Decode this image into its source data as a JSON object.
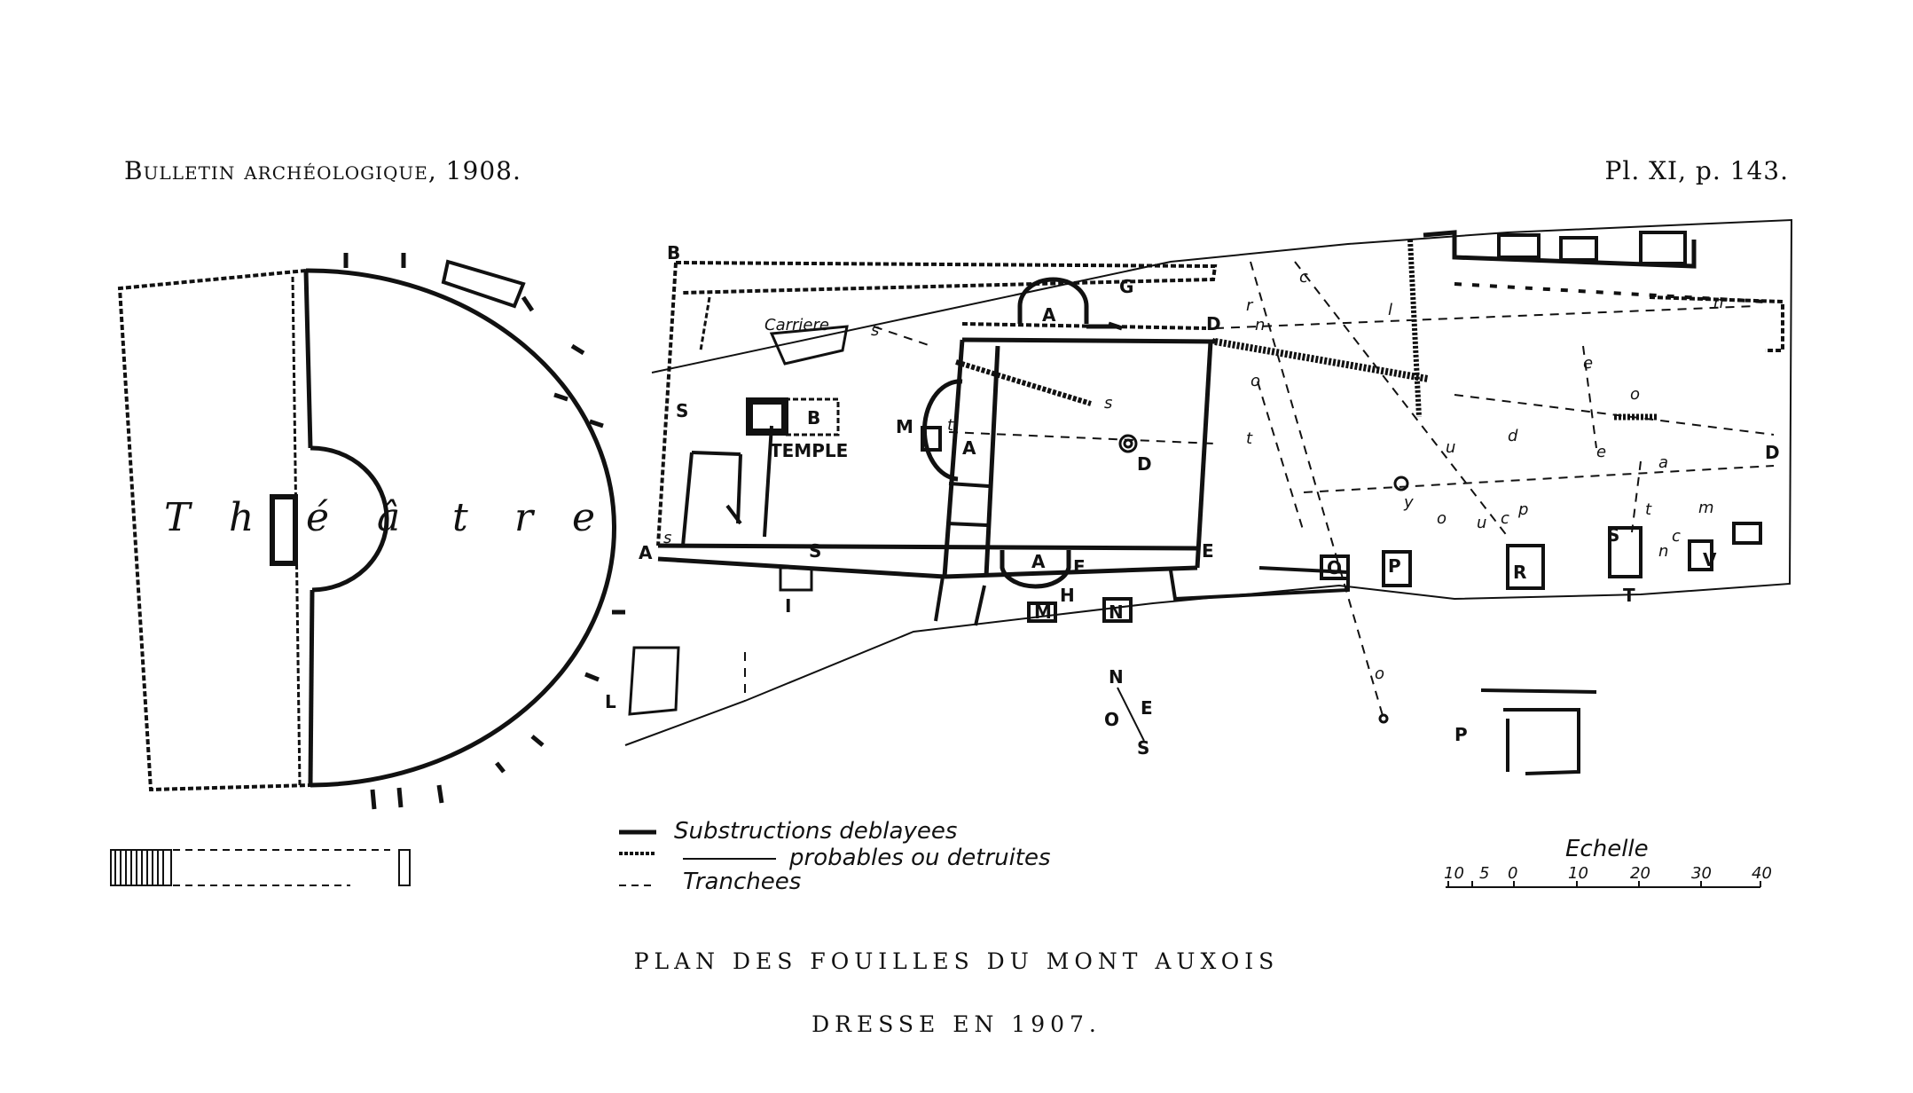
{
  "header": {
    "left": "Bulletin archéologique, 1908.",
    "right": "Pl. XI, p. 143."
  },
  "caption": {
    "line1": "PLAN DES FOUILLES DU MONT AUXOIS",
    "line2": "DRESSE EN 1907."
  },
  "theatre": {
    "letters": [
      "T",
      "h",
      "é",
      "â",
      "t",
      "r",
      "e"
    ]
  },
  "labels": {
    "temple": "TEMPLE",
    "carriere": "Carriere",
    "letters": {
      "A_left": "A",
      "B_top": "B",
      "B_temple": "B",
      "S_left": "S",
      "S_bottom": "S",
      "A_top": "A",
      "A_mid": "A",
      "A_bot": "A",
      "G": "G",
      "D_top": "D",
      "D_circle": "D",
      "E": "E",
      "F": "F",
      "H": "H",
      "M_mid": "M",
      "M_low": "M",
      "N": "N",
      "I": "I",
      "L": "L",
      "O": "O",
      "P_main": "P",
      "R": "R",
      "S_right": "S",
      "T": "T",
      "V": "V",
      "D_right": "D",
      "P_inset": "P"
    },
    "trench_letters": {
      "s_small": "s",
      "s_mid": "s",
      "s_right": "s",
      "c_top": "c",
      "r": "r",
      "n_left": "n",
      "n_right": "n",
      "o_1": "o",
      "o_2": "o",
      "o_3": "o",
      "o_4": "o",
      "t_1": "t",
      "t_2": "t",
      "e_1": "e",
      "e_2": "e",
      "d": "d",
      "a": "a",
      "m": "m",
      "u_1": "u",
      "u_2": "u",
      "y": "y",
      "p": "p",
      "c_low": "c",
      "l_top": "l",
      "t_temple": "t",
      "n_low": "n",
      "c_right": "c"
    }
  },
  "compass": {
    "n": "N",
    "s": "S",
    "e": "E",
    "o": "O"
  },
  "legend": {
    "item1": "Substructions deblayees",
    "item2": "probables ou detruites",
    "item3": "Tranchees"
  },
  "scale": {
    "title": "Echelle",
    "ticks": [
      "10",
      "5",
      "0",
      "10",
      "20",
      "30",
      "40"
    ]
  }
}
